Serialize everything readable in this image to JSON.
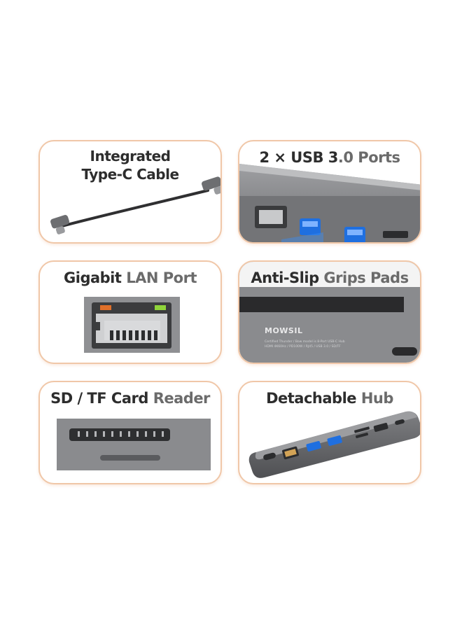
{
  "features": [
    {
      "id": "cable",
      "lines": [
        "Integrated",
        "Type-C Cable"
      ]
    },
    {
      "id": "usb",
      "title_dark": "2 × USB 3",
      "title_light": ".0 Ports"
    },
    {
      "id": "lan",
      "title_dark": "Gigabit",
      "title_light": " LAN Port"
    },
    {
      "id": "grips",
      "title_dark": "Anti-Slip",
      "title_light": " Grips Pads"
    },
    {
      "id": "sd",
      "title_dark": "SD / TF Card",
      "title_light": " Reader"
    },
    {
      "id": "hub",
      "title_dark": "Detachable",
      "title_light": " Hub"
    }
  ],
  "product": {
    "brand": "MOWSIL",
    "spec_line_1": "Certified Thunder / Bow model is 8-Port USB-C Hub",
    "spec_line_2": "HDMI 4K60Hz / PD100W / RJ45 / USB 3.0 / SD/TF"
  },
  "colors": {
    "border": "#f0c7a8",
    "title_dark": "#2d2d2d",
    "title_light": "#6b6b6b",
    "hub_gray": "#6e6f72",
    "usb_blue": "#1f6fe0",
    "led_orange": "#e0702a",
    "led_green": "#8fd43a"
  }
}
